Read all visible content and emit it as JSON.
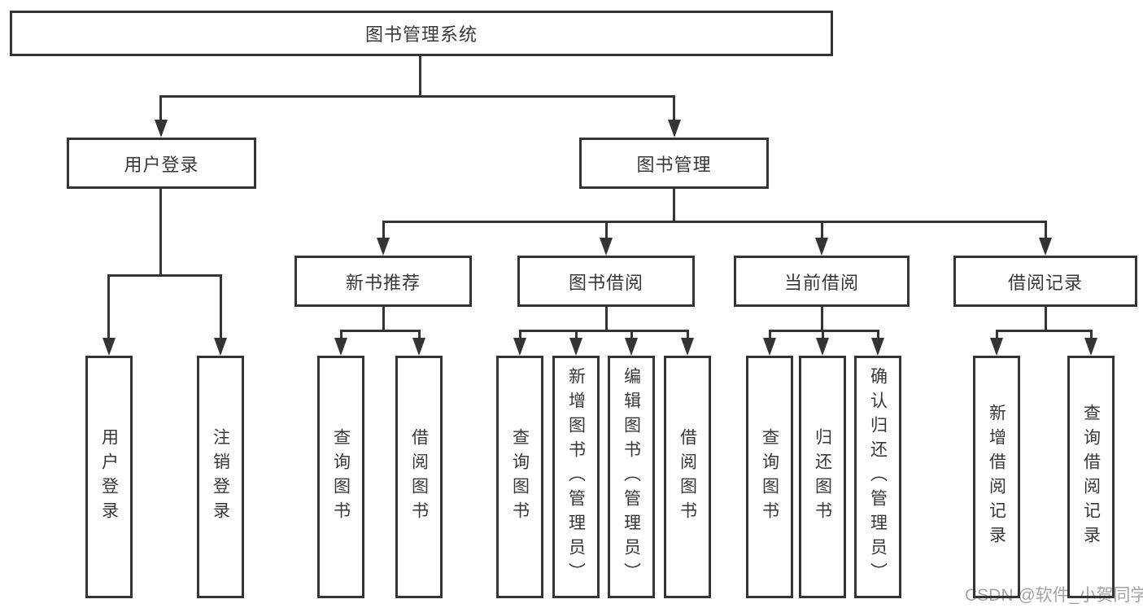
{
  "root_label": "图书管理系统",
  "l2": {
    "user_login": "用户登录",
    "book_mgmt": "图书管理"
  },
  "user_login_children": [
    "用户登录",
    "注销登录"
  ],
  "groups": [
    {
      "label": "新书推荐",
      "children": [
        "查询图书",
        "借阅图书"
      ]
    },
    {
      "label": "图书借阅",
      "children": [
        "查询图书",
        "新增图书（管理员）",
        "编辑图书（管理员）",
        "借阅图书"
      ]
    },
    {
      "label": "当前借阅",
      "children": [
        "查询图书",
        "归还图书",
        "确认归还（管理员）"
      ]
    },
    {
      "label": "借阅记录",
      "children": [
        "新增借阅记录",
        "查询借阅记录"
      ]
    }
  ],
  "watermark": "CSDN @软件_小贺同学",
  "colors": {
    "line": "#343434",
    "text": "#383838",
    "watermark": "#a3a3a3",
    "background": "#ffffff"
  }
}
